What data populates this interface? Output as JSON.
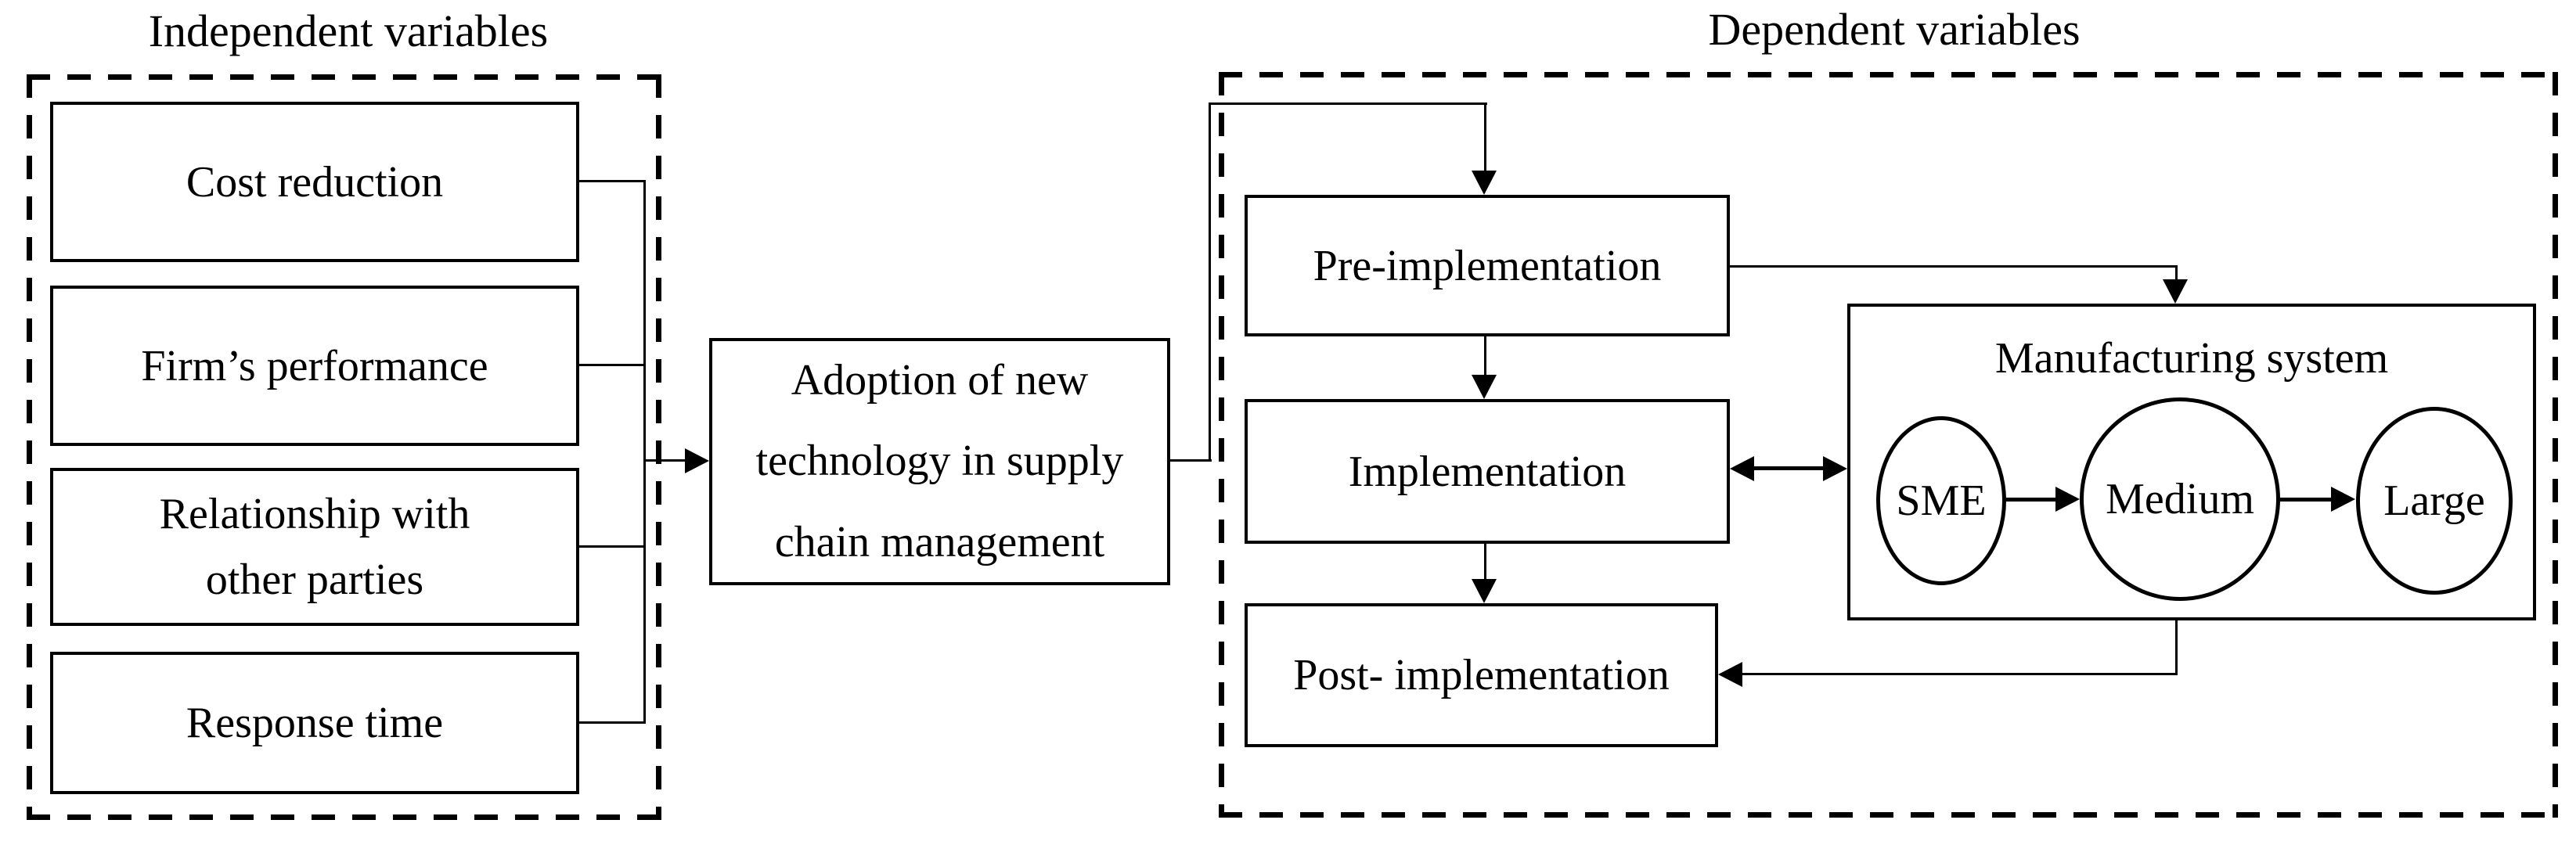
{
  "figure": {
    "background": "#ffffff",
    "line_color": "#000000",
    "independent": {
      "title": "Independent variables",
      "boxes": [
        "Cost reduction",
        "Firm’s performance",
        "Relationship with other parties",
        "Response time"
      ]
    },
    "center_box": {
      "label": "Adoption of new technology in supply chain management"
    },
    "dependent": {
      "title": "Dependent variables",
      "boxes": [
        "Pre-implementation",
        "Implementation",
        "Post- implementation"
      ]
    },
    "manufacturing": {
      "title": "Manufacturing system",
      "nodes": [
        "SME",
        "Medium",
        "Large"
      ]
    }
  }
}
